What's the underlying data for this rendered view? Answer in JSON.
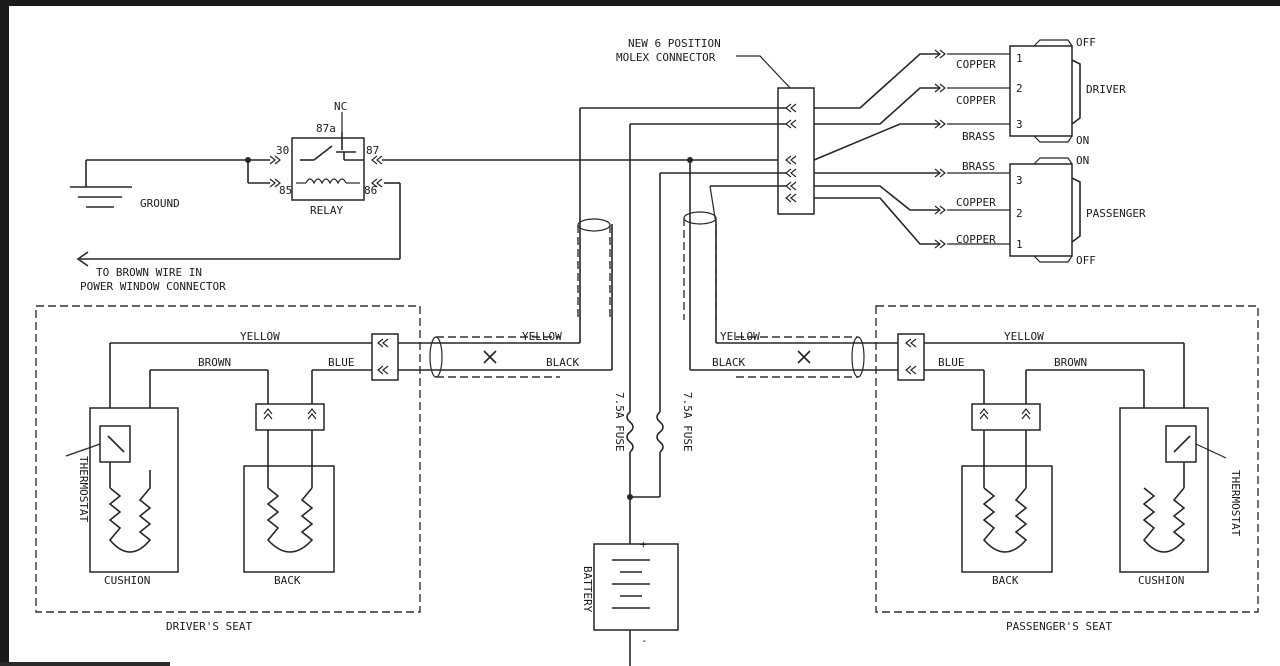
{
  "labels": {
    "nc": "NC",
    "pin87a": "87a",
    "pin30": "30",
    "pin87": "87",
    "pin85": "85",
    "pin86": "86",
    "relay": "RELAY",
    "ground": "GROUND",
    "brown_note_1": "TO BROWN WIRE IN",
    "brown_note_2": "POWER WINDOW CONNECTOR",
    "molex_1": "NEW 6 POSITION",
    "molex_2": "MOLEX CONNECTOR",
    "driver": "DRIVER",
    "passenger": "PASSENGER",
    "off_top": "OFF",
    "on_top": "ON",
    "on_mid": "ON",
    "off_bottom": "OFF",
    "copper_d1": "COPPER",
    "copper_d2": "COPPER",
    "brass_d3": "BRASS",
    "brass_p3": "BRASS",
    "copper_p2": "COPPER",
    "copper_p1": "COPPER",
    "d_n1": "1",
    "d_n2": "2",
    "d_n3": "3",
    "p_n3": "3",
    "p_n2": "2",
    "p_n1": "1",
    "yellow_dl": "YELLOW",
    "brown_dl": "BROWN",
    "blue_dl": "BLUE",
    "yellow_dm": "YELLOW",
    "black_dm": "BLACK",
    "yellow_pm": "YELLOW",
    "black_pm": "BLACK",
    "yellow_pr": "YELLOW",
    "blue_pr": "BLUE",
    "brown_pr": "BROWN",
    "thermostat_d": "THERMOSTAT",
    "thermostat_p": "THERMOSTAT",
    "cushion_d": "CUSHION",
    "back_d": "BACK",
    "back_p": "BACK",
    "cushion_p": "CUSHION",
    "drivers_seat": "DRIVER'S SEAT",
    "passengers_seat": "PASSENGER'S SEAT",
    "fuse_1": "7.5A FUSE",
    "fuse_2": "7.5A FUSE",
    "battery": "BATTERY",
    "plus": "+",
    "minus": "-"
  }
}
